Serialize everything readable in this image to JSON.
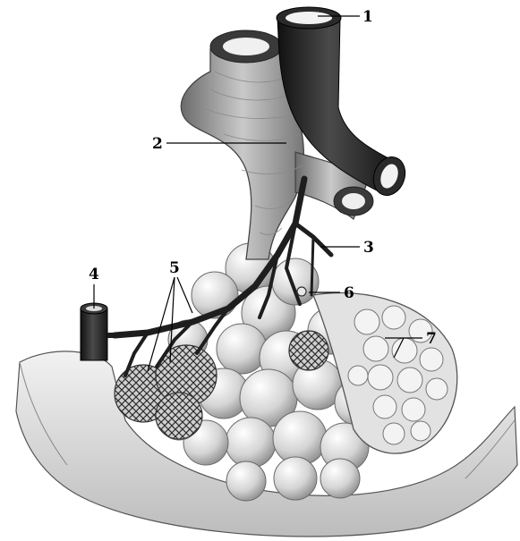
{
  "labels": {
    "l1": "1",
    "l2": "2",
    "l3": "3",
    "l4": "4",
    "l5": "5",
    "l6": "6",
    "l7": "7"
  },
  "colors": {
    "background": "#ffffff",
    "tissue_light": "#e6e6e6",
    "tissue_mid": "#bdbdbd",
    "vessel_dark": "#2b2b2b",
    "line": "#000000"
  },
  "icons": [
    "blood-vessel-icon",
    "bronchiole-icon",
    "alveolus-icon",
    "capillary-net-icon"
  ]
}
